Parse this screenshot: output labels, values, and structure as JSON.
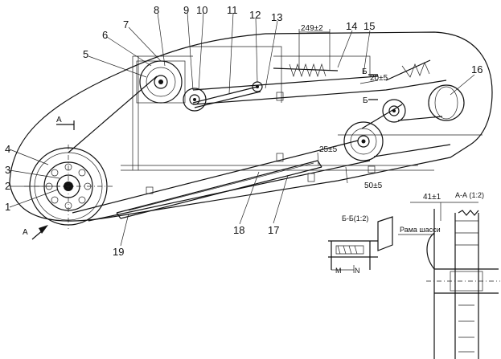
{
  "callouts": [
    "1",
    "2",
    "3",
    "4",
    "5",
    "6",
    "7",
    "8",
    "9",
    "10",
    "11",
    "12",
    "13",
    "14",
    "15",
    "16",
    "17",
    "18",
    "19"
  ],
  "dimensions": {
    "spring_length": "249±2",
    "upper_gap": "20±5",
    "middle_gap": "25±5",
    "lower_gap": "50±5",
    "section_aa_offset": "41±1"
  },
  "section_marks": {
    "a_left": "А",
    "a_arrow": "А",
    "b_upper": "Б",
    "b_lower": "Б"
  },
  "views": {
    "section_bb": "Б-Б(1:2)",
    "section_aa": "А-А (1:2)",
    "chassis_frame": "Рама шасси",
    "letter_m": "M",
    "letter_n": "N"
  }
}
